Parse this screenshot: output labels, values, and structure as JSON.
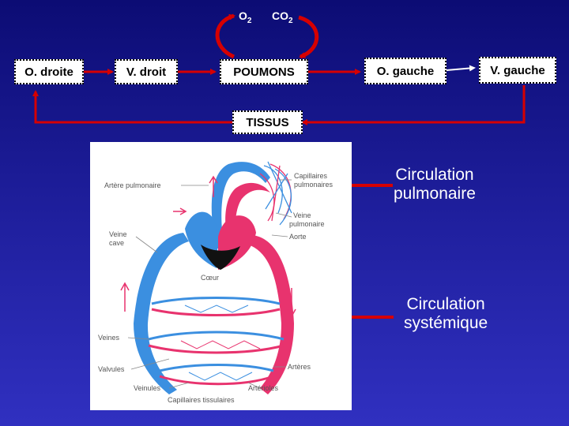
{
  "flow": {
    "o_droite": "O. droite",
    "v_droit": "V. droit",
    "poumons": "POUMONS",
    "o_gauche": "O. gauche",
    "v_gauche": "V. gauche",
    "tissus": "TISSUS",
    "o2": "O",
    "o2_sub": "2",
    "co2": "CO",
    "co2_sub": "2"
  },
  "figure": {
    "artere_pulmonaire": "Artère pulmonaire",
    "capillaires_pulmonaires_1": "Capillaires",
    "capillaires_pulmonaires_2": "pulmonaires",
    "veine_pulmonaire_1": "Veine",
    "veine_pulmonaire_2": "pulmonaire",
    "aorte": "Aorte",
    "veine_cave_1": "Veine",
    "veine_cave_2": "cave",
    "coeur": "Cœur",
    "veines": "Veines",
    "valvules": "Valvules",
    "arteres": "Artères",
    "veinules": "Veinules",
    "arterioles": "Artérioles",
    "capillaires_tissulaires": "Capillaires tissulaires"
  },
  "legend": {
    "pulmonaire_1": "Circulation",
    "pulmonaire_2": "pulmonaire",
    "systemique_1": "Circulation",
    "systemique_2": "systémique"
  },
  "colors": {
    "background": "#1d1d99",
    "arrow_red": "#d60000",
    "venous_blue": "#3b8fe0",
    "arterial_pink": "#e8336e"
  }
}
